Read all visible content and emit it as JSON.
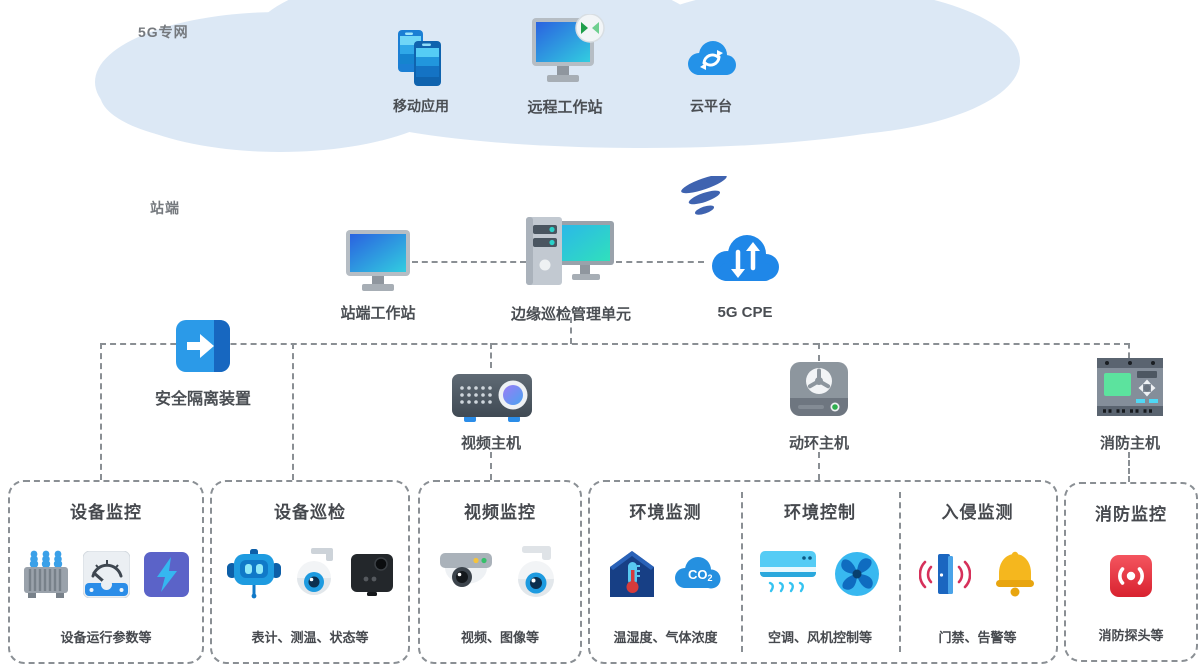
{
  "zones": {
    "cloud": "5G专网",
    "station": "站端"
  },
  "nodes": {
    "mobile_app": "移动应用",
    "remote_workstation": "远程工作站",
    "cloud_platform": "云平台",
    "station_workstation": "站端工作站",
    "edge_unit": "边缘巡检管理单元",
    "cpe": "5G CPE",
    "isolation": "安全隔离装置",
    "video_host": "视频主机",
    "env_host": "动环主机",
    "fire_host": "消防主机"
  },
  "groups": [
    {
      "title": "设备监控",
      "caption": "设备运行参数等",
      "icons": [
        "transformer-icon",
        "meter-gauge-icon",
        "lightning-icon"
      ]
    },
    {
      "title": "设备巡检",
      "caption": "表计、测温、状态等",
      "icons": [
        "robot-icon",
        "ptz-camera-icon",
        "box-camera-icon"
      ]
    },
    {
      "title": "视频监控",
      "caption": "视频、图像等",
      "icons": [
        "dome-camera-icon",
        "ball-camera-icon"
      ]
    },
    {
      "title": "环境监测",
      "caption": "温湿度、气体浓度",
      "icons": [
        "house-thermometer-icon",
        "co2-cloud-icon"
      ]
    },
    {
      "title": "环境控制",
      "caption": "空调、风机控制等",
      "icons": [
        "air-conditioner-icon",
        "fan-icon"
      ]
    },
    {
      "title": "入侵监测",
      "caption": "门禁、告警等",
      "icons": [
        "door-alarm-icon",
        "bell-icon"
      ]
    },
    {
      "title": "消防监控",
      "caption": "消防探头等",
      "icons": [
        "fire-sensor-icon"
      ]
    }
  ],
  "icon_text": {
    "co2_main": "CO",
    "co2_sub": "2"
  },
  "colors": {
    "cloud_fill": "#dce8f5",
    "line": "#8a8f94",
    "blue": "#2196e0",
    "dark_blue": "#1565c0",
    "navy": "#1c4f9e",
    "green": "#21a355",
    "teal": "#2fc8d8",
    "red": "#e83b47",
    "amber": "#f5b71e",
    "device_gray": "#8d969e",
    "panel_gray": "#5a6470",
    "label_text": "#4a4e53",
    "zone_text": "#75797e"
  }
}
